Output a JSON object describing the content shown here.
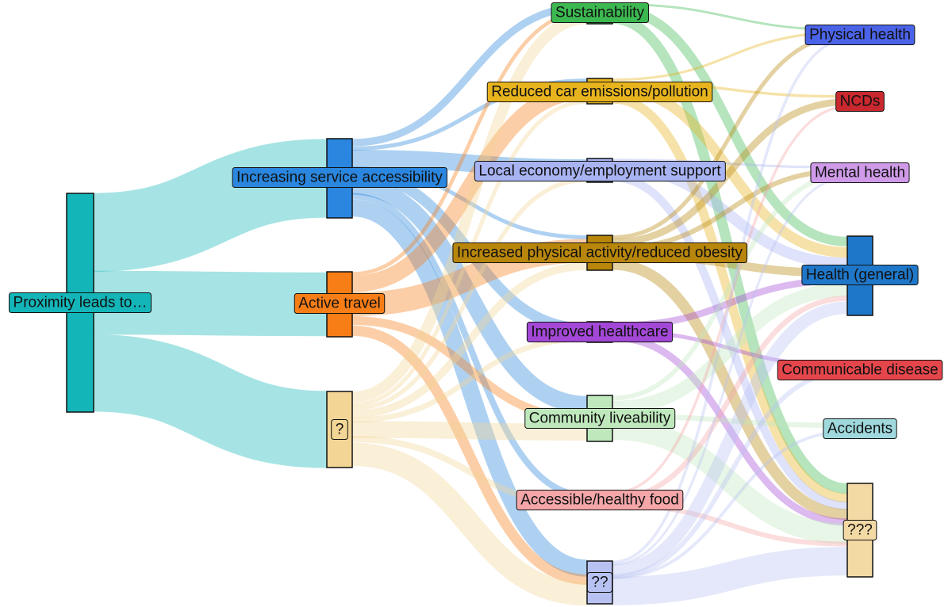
{
  "diagram": {
    "type": "sankey",
    "nodes": [
      {
        "id": "proximity",
        "label": "Proximity leads to…",
        "color": "#14b5b8",
        "column": 0
      },
      {
        "id": "service",
        "label": "Increasing service accessibility",
        "color": "#2a86de",
        "column": 1
      },
      {
        "id": "active",
        "label": "Active travel",
        "color": "#f77d17",
        "column": 1
      },
      {
        "id": "q1",
        "label": "?",
        "color": "#f3d595",
        "column": 1
      },
      {
        "id": "sustain",
        "label": "Sustainability",
        "color": "#3cb851",
        "column": 2
      },
      {
        "id": "emis",
        "label": "Reduced car emissions/pollution",
        "color": "#e7b41e",
        "column": 2
      },
      {
        "id": "econ",
        "label": "Local economy/employment support",
        "color": "#a8b3f2",
        "column": 2
      },
      {
        "id": "phys",
        "label": "Increased physical activity/reduced obesity",
        "color": "#b8860b",
        "column": 2
      },
      {
        "id": "healthcare",
        "label": "Improved healthcare",
        "color": "#a348d6",
        "column": 2
      },
      {
        "id": "comm",
        "label": "Community liveability",
        "color": "#bfe8bd",
        "column": 2
      },
      {
        "id": "food",
        "label": "Accessible/healthy food",
        "color": "#f4a6a8",
        "column": 2
      },
      {
        "id": "q2",
        "label": "??",
        "color": "#b8c2f2",
        "column": 2
      },
      {
        "id": "physh",
        "label": "Physical health",
        "color": "#4b63e8",
        "column": 3
      },
      {
        "id": "ncd",
        "label": "NCDs",
        "color": "#c8282e",
        "column": 3
      },
      {
        "id": "mental",
        "label": "Mental health",
        "color": "#cf9be8",
        "column": 3
      },
      {
        "id": "general",
        "label": "Health (general)",
        "color": "#1f77c9",
        "column": 3
      },
      {
        "id": "commdis",
        "label": "Communicable disease",
        "color": "#e5464c",
        "column": 3
      },
      {
        "id": "acc",
        "label": "Accidents",
        "color": "#9fd9dd",
        "column": 3
      },
      {
        "id": "q3",
        "label": "???",
        "color": "#f3d9a3",
        "column": 3
      }
    ],
    "links": [
      {
        "source": "proximity",
        "target": "service",
        "value": 10
      },
      {
        "source": "proximity",
        "target": "active",
        "value": 8
      },
      {
        "source": "proximity",
        "target": "q1",
        "value": 10
      },
      {
        "source": "service",
        "target": "sustain",
        "value": 1
      },
      {
        "source": "service",
        "target": "emis",
        "value": 0.5
      },
      {
        "source": "service",
        "target": "econ",
        "value": 2
      },
      {
        "source": "service",
        "target": "phys",
        "value": 0.5
      },
      {
        "source": "service",
        "target": "healthcare",
        "value": 1
      },
      {
        "source": "service",
        "target": "comm",
        "value": 2
      },
      {
        "source": "service",
        "target": "food",
        "value": 0.5
      },
      {
        "source": "service",
        "target": "q2",
        "value": 2.5
      },
      {
        "source": "active",
        "target": "sustain",
        "value": 0.5
      },
      {
        "source": "active",
        "target": "emis",
        "value": 2
      },
      {
        "source": "active",
        "target": "phys",
        "value": 3
      },
      {
        "source": "active",
        "target": "comm",
        "value": 1
      },
      {
        "source": "active",
        "target": "q2",
        "value": 1.5
      },
      {
        "source": "q1",
        "target": "sustain",
        "value": 1.5
      },
      {
        "source": "q1",
        "target": "emis",
        "value": 0.5
      },
      {
        "source": "q1",
        "target": "econ",
        "value": 0.5
      },
      {
        "source": "q1",
        "target": "phys",
        "value": 1
      },
      {
        "source": "q1",
        "target": "healthcare",
        "value": 0.5
      },
      {
        "source": "q1",
        "target": "comm",
        "value": 2
      },
      {
        "source": "q1",
        "target": "food",
        "value": 0.5
      },
      {
        "source": "q1",
        "target": "q2",
        "value": 3.5
      },
      {
        "source": "sustain",
        "target": "physh",
        "value": 0.3
      },
      {
        "source": "sustain",
        "target": "general",
        "value": 1.2
      },
      {
        "source": "sustain",
        "target": "q3",
        "value": 1.5
      },
      {
        "source": "emis",
        "target": "physh",
        "value": 0.3
      },
      {
        "source": "emis",
        "target": "ncd",
        "value": 0.3
      },
      {
        "source": "emis",
        "target": "general",
        "value": 1.2
      },
      {
        "source": "emis",
        "target": "q3",
        "value": 1.2
      },
      {
        "source": "econ",
        "target": "mental",
        "value": 0.3
      },
      {
        "source": "econ",
        "target": "general",
        "value": 1.2
      },
      {
        "source": "econ",
        "target": "q3",
        "value": 1.0
      },
      {
        "source": "phys",
        "target": "physh",
        "value": 0.5
      },
      {
        "source": "phys",
        "target": "ncd",
        "value": 0.8
      },
      {
        "source": "phys",
        "target": "mental",
        "value": 0.7
      },
      {
        "source": "phys",
        "target": "general",
        "value": 1.0
      },
      {
        "source": "phys",
        "target": "q3",
        "value": 1.5
      },
      {
        "source": "healthcare",
        "target": "general",
        "value": 0.6
      },
      {
        "source": "healthcare",
        "target": "commdis",
        "value": 0.2
      },
      {
        "source": "healthcare",
        "target": "q3",
        "value": 0.7
      },
      {
        "source": "comm",
        "target": "mental",
        "value": 0.6
      },
      {
        "source": "comm",
        "target": "general",
        "value": 1.5
      },
      {
        "source": "comm",
        "target": "acc",
        "value": 0.3
      },
      {
        "source": "comm",
        "target": "q3",
        "value": 2.6
      },
      {
        "source": "food",
        "target": "ncd",
        "value": 0.2
      },
      {
        "source": "food",
        "target": "general",
        "value": 0.4
      },
      {
        "source": "food",
        "target": "q3",
        "value": 0.4
      },
      {
        "source": "q2",
        "target": "physh",
        "value": 0.4
      },
      {
        "source": "q2",
        "target": "mental",
        "value": 0.4
      },
      {
        "source": "q2",
        "target": "general",
        "value": 1.7
      },
      {
        "source": "q2",
        "target": "commdis",
        "value": 0.3
      },
      {
        "source": "q2",
        "target": "acc",
        "value": 0.2
      },
      {
        "source": "q2",
        "target": "q3",
        "value": 4.5
      }
    ]
  }
}
